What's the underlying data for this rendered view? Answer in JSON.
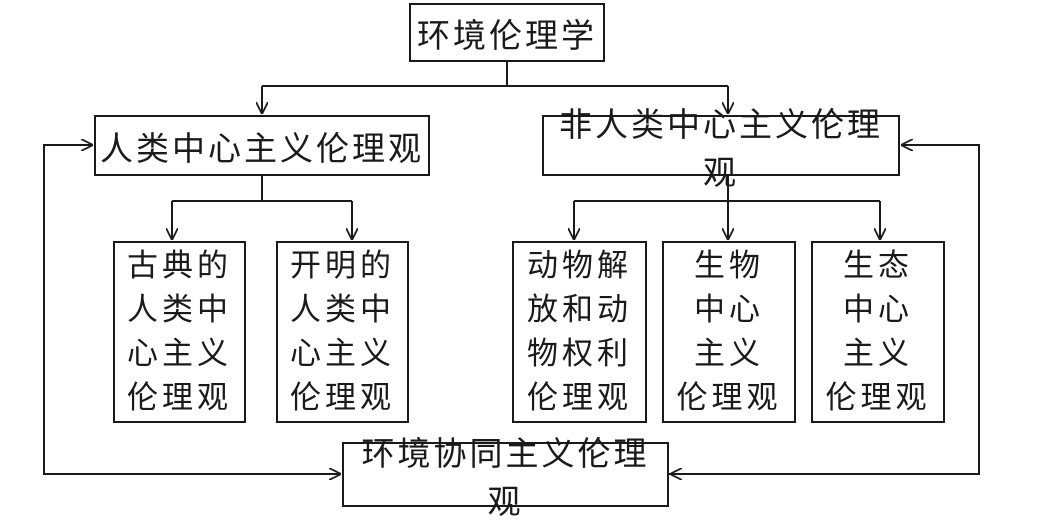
{
  "diagram": {
    "root": "环境伦理学",
    "anthropocentric": {
      "label": "人类中心主义伦理观",
      "children": [
        "古典的\n人类中\n心主义\n伦理观",
        "开明的\n人类中\n心主义\n伦理观"
      ]
    },
    "non_anthropocentric": {
      "label": "非人类中心主义伦理观",
      "children": [
        "动物解\n放和动\n物权利\n伦理观",
        "生物\n中心\n主义\n伦理观",
        "生态\n中心\n主义\n伦理观"
      ]
    },
    "synergy": "环境协同主义伦理观"
  }
}
